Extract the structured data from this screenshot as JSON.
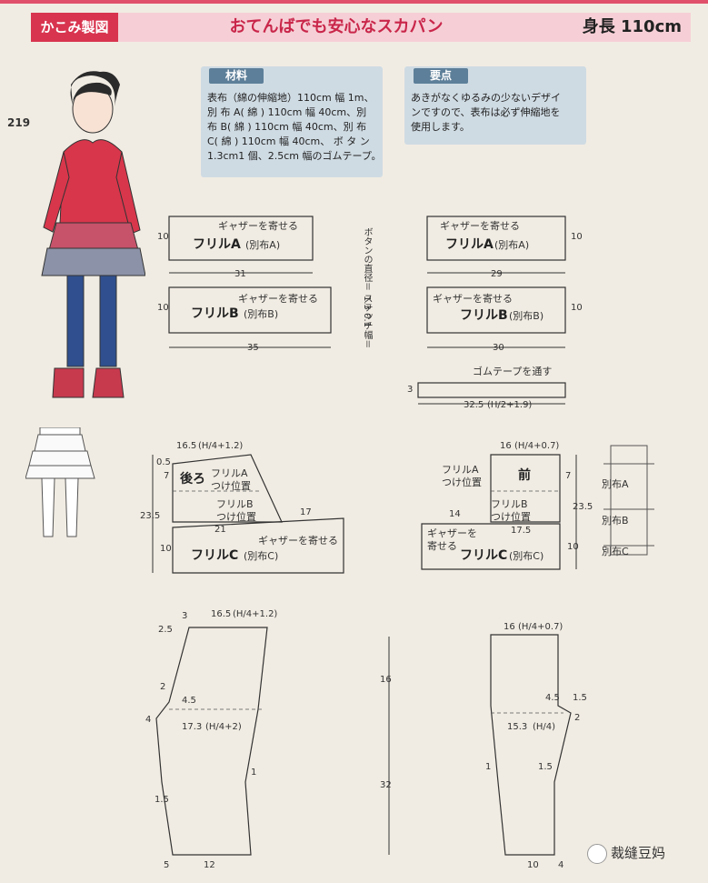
{
  "header": {
    "tag": "かこみ製図",
    "title": "おてんばでも安心なスカパン",
    "height_label": "身長 110cm",
    "item_no": "219"
  },
  "materials": {
    "heading": "材料",
    "lines": [
      "表布（綿の伸縮地）110cm 幅 1m、",
      "別 布 A( 綿 ) 110cm 幅 40cm、別",
      "布 B( 綿 ) 110cm 幅 40cm、別 布",
      "C( 綿 ) 110cm 幅 40cm、 ボ タ ン",
      "1.3cm1 個、2.5cm 幅のゴムテープ。"
    ]
  },
  "points": {
    "heading": "要点",
    "lines": [
      "あきがなくゆるみの少ないデザイ",
      "ンですので、表布は必ず伸縮地を",
      "使用します。"
    ]
  },
  "left_ruffles": {
    "a": {
      "gather": "ギャザーを寄せる",
      "name": "フリルA",
      "sub": "(別布A)",
      "h": "10",
      "w": "31"
    },
    "b": {
      "gather": "ギャザーを寄せる",
      "name": "フリルB",
      "sub": "(別布B)",
      "h": "10",
      "w": "35"
    }
  },
  "button_note": [
    "ボタンの直径＝",
    "ステッチ幅＝"
  ],
  "button_vals": [
    "1.3",
    "0.1"
  ],
  "right_ruffles": {
    "a": {
      "gather": "ギャザーを寄せる",
      "name": "フリルA",
      "sub": "(別布A)",
      "h": "10",
      "w": "29"
    },
    "b": {
      "gather": "ギャザーを寄せる",
      "name": "フリルB",
      "sub": "(別布B)",
      "h": "10",
      "w": "30"
    }
  },
  "waistband": {
    "note": "ゴムテープを通す",
    "h": "3",
    "w": "32.5",
    "formula": "(H/2+1.9)"
  },
  "back_skirt": {
    "top": "16.5",
    "top_formula": "(H/4+1.2)",
    "name": "後ろ",
    "dim_05": "0.5",
    "dim_7": "7",
    "dim_235": "23.5",
    "fa": [
      "フリルA",
      "つけ位置"
    ],
    "fb": [
      "フリルB",
      "つけ位置"
    ],
    "dim_17": "17",
    "dim_21": "21",
    "gather": "ギャザーを寄せる",
    "c_name": "フリルC",
    "c_sub": "(別布C)",
    "c_h": "10"
  },
  "front_skirt": {
    "top": "16",
    "top_formula": "(H/4+0.7)",
    "name": "前",
    "dim_7": "7",
    "dim_235": "23.5",
    "fa": [
      "フリルA",
      "つけ位置"
    ],
    "fb": [
      "フリルB",
      "つけ位置"
    ],
    "dim_14": "14",
    "dim_175": "17.5",
    "gather": [
      "ギャザーを",
      "寄せる"
    ],
    "c_name": "フリルC",
    "c_sub": "(別布C)",
    "c_h": "10"
  },
  "side_labels": [
    "別布A",
    "別布B",
    "別布C"
  ],
  "back_pants": {
    "d3": "3",
    "top": "16.5",
    "top_formula": "(H/4+1.2)",
    "d25": "2.5",
    "d2": "2",
    "d45": "4.5",
    "d4": "4",
    "hip": "17.3",
    "hip_formula": "(H/4+2)",
    "d1": "1",
    "d15": "1.5",
    "d5": "5",
    "d12": "12"
  },
  "front_pants": {
    "top": "16",
    "top_formula": "(H/4+0.7)",
    "d45": "4.5",
    "d15": "1.5",
    "d2": "2",
    "hip": "15.3",
    "hip_formula": "(H/4)",
    "d1": "1",
    "d15b": "1.5",
    "d10": "10",
    "d4": "4"
  },
  "vertical": {
    "upper": "16",
    "lower": "32"
  },
  "watermark": "裁缝豆妈"
}
